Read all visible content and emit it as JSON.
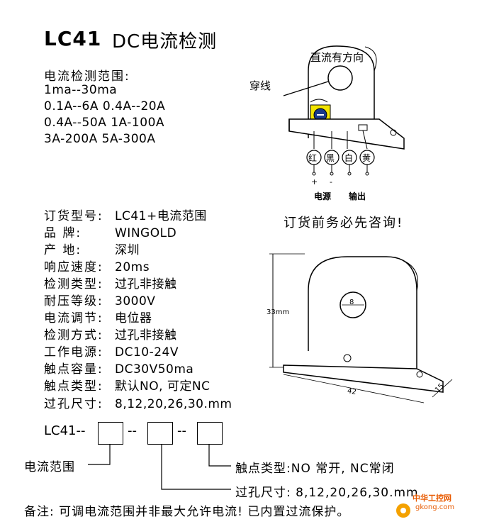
{
  "header": {
    "model": "LC41",
    "name": "DC电流检测"
  },
  "range": {
    "heading": "电流检测范围:",
    "lines": [
      "1ma--30ma",
      "0.1A--6A  0.4A--20A",
      "0.4A--50A  1A-100A",
      "3A-200A    5A-300A"
    ]
  },
  "specs": [
    {
      "label": "订货型号:",
      "value": "LC41+电流范围"
    },
    {
      "label": "品    牌:",
      "value": "WINGOLD"
    },
    {
      "label": "产    地:",
      "value": "深圳"
    },
    {
      "label": "响应速度:",
      "value": "20ms"
    },
    {
      "label": "检测类型:",
      "value": "过孔非接触"
    },
    {
      "label": "耐压等级:",
      "value": "3000V"
    },
    {
      "label": "电流调节:",
      "value": "电位器"
    },
    {
      "label": "检测方式:",
      "value": "过孔非接触"
    },
    {
      "label": "工作电源:",
      "value": "DC10-24V"
    },
    {
      "label": "触点容量:",
      "value": "DC30V50ma"
    },
    {
      "label": "触点类型:",
      "value": "默认NO, 可定NC"
    },
    {
      "label": "过孔尺寸:",
      "value": "8,12,20,26,30.mm"
    }
  ],
  "order_note": "订货前务必先咨询!",
  "diagram": {
    "direction": "直流有方向",
    "pass_wire": "穿线",
    "terminals": [
      "红",
      "黑",
      "白",
      "黄"
    ],
    "plus": "+",
    "minus": "-",
    "power": "电源",
    "output": "输出",
    "dims": {
      "height": "33mm",
      "hole": "8",
      "width": "42",
      "depth": "15"
    }
  },
  "order_code": {
    "prefix": "LC41--",
    "dash": "--",
    "range_label": "电流范围",
    "contact_label": "触点类型:NO 常开, NC常闭",
    "hole_label": "过孔尺寸: 8,12,20,26,30.mm"
  },
  "note": "备注: 可调电流范围并非最大允许电流! 已内置过流保护。",
  "watermark": {
    "text_top": "中华工控网",
    "text_bottom": "gkong.com",
    "color": "#e85a00"
  }
}
